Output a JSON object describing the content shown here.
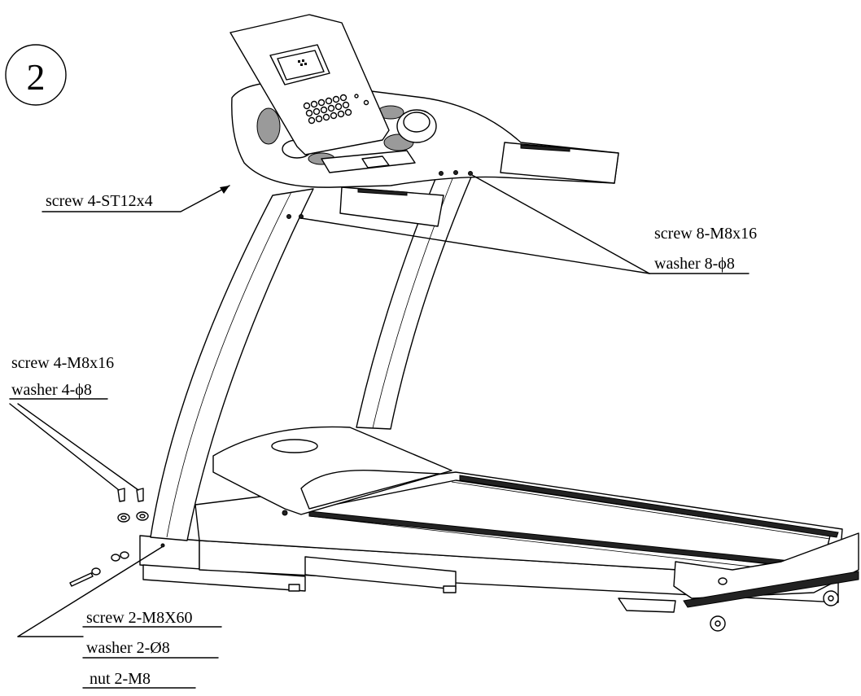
{
  "step": {
    "number": "2"
  },
  "labels": {
    "console_screw": "screw 4-ST12x4",
    "upright_screw": "screw 8-M8x16",
    "upright_washer": "washer 8-ϕ8",
    "base_screw": "screw 4-M8x16",
    "base_washer": "washer 4-ϕ8",
    "bolt_screw": "screw 2-M8X60",
    "bolt_washer": "washer 2-Ø8",
    "bolt_nut": "nut 2-M8"
  }
}
